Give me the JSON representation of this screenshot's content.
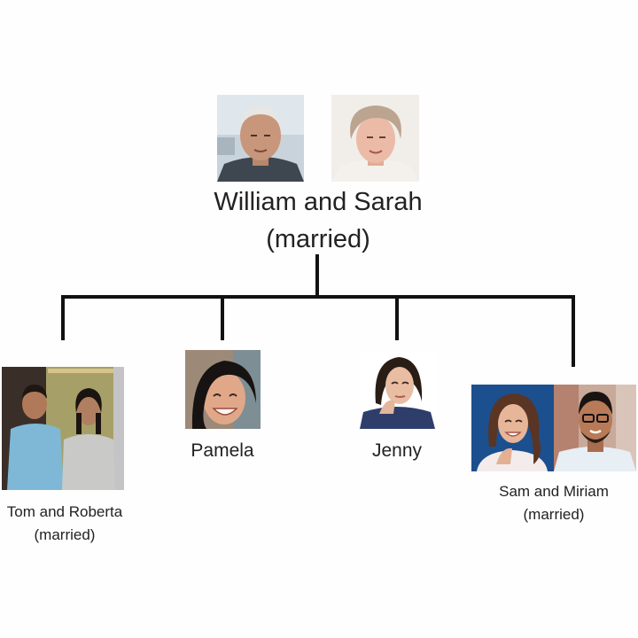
{
  "parents": {
    "names": "William and Sarah",
    "status": "(married)"
  },
  "children": [
    {
      "names": "Tom and Roberta",
      "status": "(married)"
    },
    {
      "names": "Pamela"
    },
    {
      "names": "Jenny"
    },
    {
      "names": "Sam and Miriam",
      "status": "(married)"
    }
  ]
}
